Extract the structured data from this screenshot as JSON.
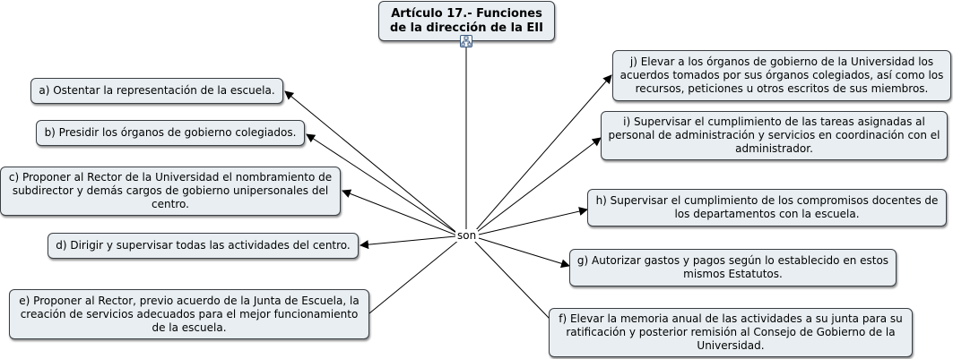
{
  "root": {
    "title": "Artículo 17.- Funciones de la dirección de la EII",
    "icon": "concept-map-icon"
  },
  "link_label": "son",
  "functions": {
    "a": "a) Ostentar la representación de la escuela.",
    "b": "b) Presidir los órganos de gobierno colegiados.",
    "c": "c) Proponer al Rector de la Universidad el nombramiento de subdirector y demás cargos de gobierno unipersonales del centro.",
    "d": "d) Dirigir y supervisar todas las actividades del centro.",
    "e": "e) Proponer al Rector, previo acuerdo de la Junta de Escuela, la creación de servicios adecuados para el mejor funcionamiento de la escuela.",
    "f": "f) Elevar la memoria anual de las actividades a su junta para su ratificación y posterior remisión al Consejo de Gobierno de la Universidad.",
    "g": "g) Autorizar gastos y pagos según lo establecido en estos mismos Estatutos.",
    "h": "h) Supervisar el cumplimiento de los compromisos docentes de los departamentos con la escuela.",
    "i": "i) Supervisar el cumplimiento de las tareas asignadas al personal de administración y servicios en coordinación con el administrador.",
    "j": "j) Elevar a los órganos de gobierno de la Universidad los acuerdos tomados por sus órganos colegiados, así como los recursos, peticiones u otros escritos de sus miembros."
  },
  "colors": {
    "node_fill": "#e8eef1",
    "node_border": "#3a3f44",
    "line": "#000000"
  }
}
